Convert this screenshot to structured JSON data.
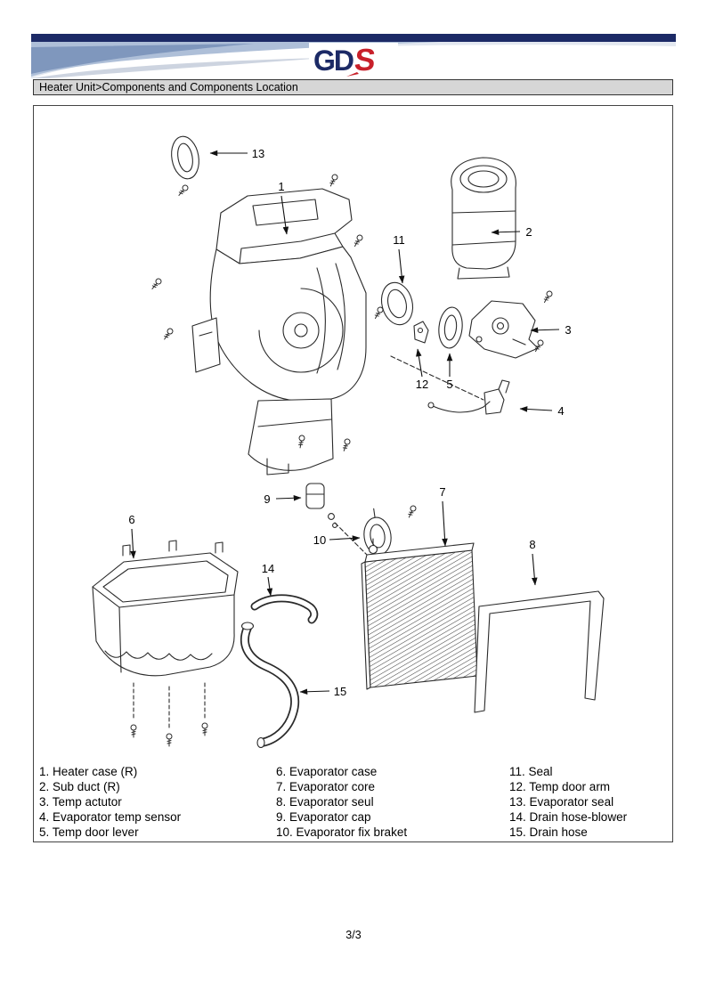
{
  "header": {
    "logo": {
      "gd": "GD",
      "s": "S"
    },
    "title_bar": "Heater Unit>Components and Components Location"
  },
  "diagram": {
    "callouts": [
      "1",
      "2",
      "3",
      "4",
      "5",
      "6",
      "7",
      "8",
      "9",
      "10",
      "11",
      "12",
      "13",
      "14",
      "15"
    ]
  },
  "legend": {
    "columns": [
      {
        "items": [
          "1. Heater case (R)",
          "2. Sub duct (R)",
          "3. Temp actutor",
          "4. Evaporator temp sensor",
          "5. Temp door lever"
        ]
      },
      {
        "items": [
          "6. Evaporator case",
          "7. Evaporator core",
          "8. Evaporator seul",
          "9. Evaporator cap",
          "10. Evaporator fix braket"
        ]
      },
      {
        "items": [
          "11. Seal",
          "12. Temp door arm",
          "13. Evaporator seal",
          "14. Drain hose-blower",
          "15. Drain hose"
        ]
      }
    ]
  },
  "footer": {
    "page_number": "3/3"
  },
  "colors": {
    "navy": "#1c2a66",
    "logo_red": "#c8202a",
    "title_bar_bg": "#d6d6d6"
  }
}
